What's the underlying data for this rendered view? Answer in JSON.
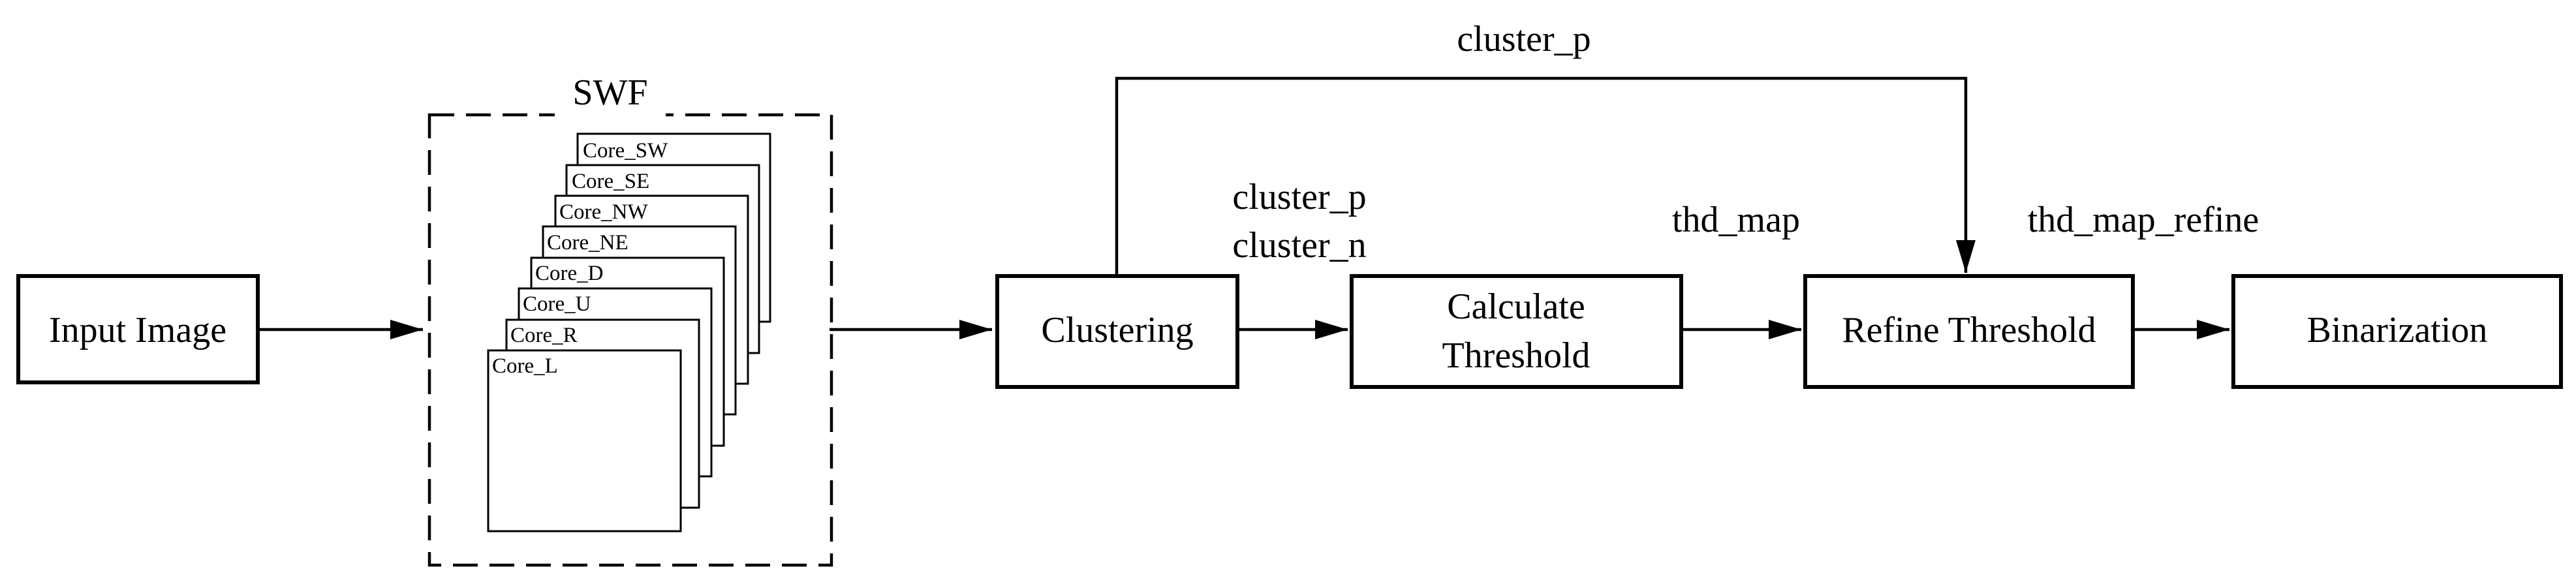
{
  "input": {
    "label": "Input Image"
  },
  "swf": {
    "title": "SWF",
    "cores": [
      "Core_SW",
      "Core_SE",
      "Core_NW",
      "Core_NE",
      "Core_D",
      "Core_U",
      "Core_R",
      "Core_L"
    ]
  },
  "clustering": {
    "label": "Clustering"
  },
  "calc": {
    "line1": "Calculate",
    "line2": "Threshold"
  },
  "refine": {
    "label": "Refine Threshold"
  },
  "binarization": {
    "label": "Binarization"
  },
  "edges": {
    "cluster_p_top": "cluster_p",
    "cluster_p": "cluster_p",
    "cluster_n": "cluster_n",
    "thd_map": "thd_map",
    "thd_map_refine": "thd_map_refine"
  },
  "colors": {
    "stroke": "#000000",
    "background": "#ffffff"
  }
}
